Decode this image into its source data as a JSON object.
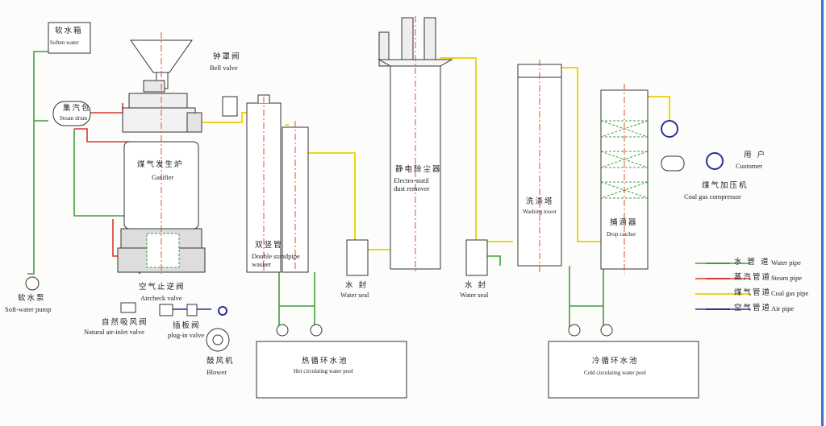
{
  "labels": {
    "soften_water_zh": "软水箱",
    "soften_water_en": "Soften water",
    "steam_drum_zh": "集汽包",
    "steam_drum_en": "Steam drum",
    "gasifier_zh": "煤气发生炉",
    "gasifier_en": "Gasifier",
    "bell_valve_zh": "钟罩阀",
    "bell_valve_en": "Bell valve",
    "double_washer_zh": "双竖管",
    "double_washer_en1": "Double standpipe",
    "double_washer_en2": "washer",
    "electro_zh": "静电除尘器",
    "electro_en1": "Electro-statil",
    "electro_en2": "dust remover",
    "washing_tower_zh": "洗涤塔",
    "washing_tower_en": "Washing tower",
    "drop_catcher_zh": "捕滴器",
    "drop_catcher_en": "Drop catcher",
    "compressor_zh": "煤气加压机",
    "compressor_en": "Coal gas compressor",
    "customer_zh": "用 户",
    "customer_en": "Customer",
    "water_seal1_zh": "水 封",
    "water_seal1_en": "Water seal",
    "water_seal2_zh": "水 封",
    "water_seal2_en": "Water seal",
    "softwater_pump_zh": "软水泵",
    "softwater_pump_en": "Soft-water pump",
    "aircheck_zh": "空气止逆阀",
    "aircheck_en": "Aircheck valve",
    "natural_air_zh": "自然吸风阀",
    "natural_air_en": "Natural air-inlet valve",
    "plugin_zh": "插板阀",
    "plugin_en": "plug-in valve",
    "blower_zh": "鼓风机",
    "blower_en": "Blower",
    "hot_pool_zh": "热循环水池",
    "hot_pool_en": "Hot circulating water pool",
    "cold_pool_zh": "冷循环水池",
    "cold_pool_en": "Cold circulating water pool"
  },
  "legend": [
    {
      "zh": "水 管 道",
      "en": "Water pipe",
      "color": "#3f9f3f"
    },
    {
      "zh": "蒸汽管道",
      "en": "Steam pipe",
      "color": "#d9362f"
    },
    {
      "zh": "煤气管道",
      "en": "Coal gas pipe",
      "color": "#ecd61a"
    },
    {
      "zh": "空气管道",
      "en": "Air pipe",
      "color": "#2b2f9c"
    }
  ],
  "colors": {
    "water": "#3f9f3f",
    "steam": "#d9362f",
    "gas": "#ecd61a",
    "air": "#2b2f9c",
    "centerline": "#e0502a"
  }
}
